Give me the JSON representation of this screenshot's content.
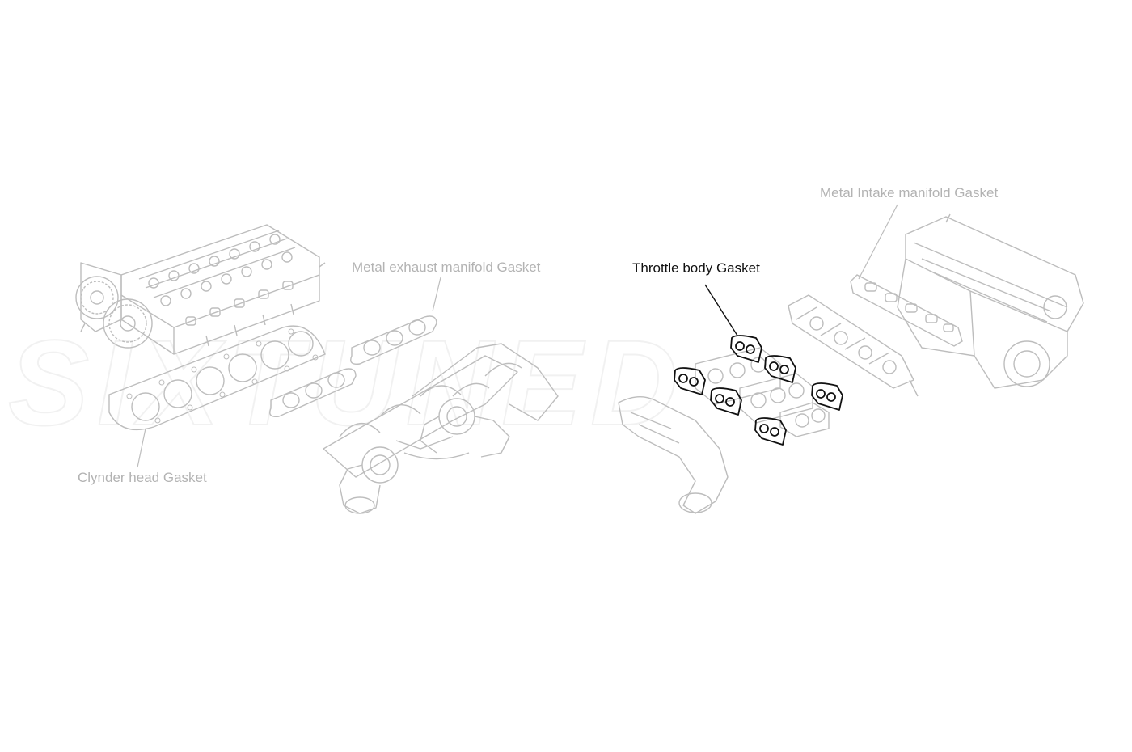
{
  "labels": {
    "cylinder_head_gasket": "Clynder head Gasket",
    "exhaust_manifold_gasket": "Metal exhaust manifold Gasket",
    "throttle_body_gasket": "Throttle body Gasket",
    "intake_manifold_gasket": "Metal Intake manifold Gasket"
  },
  "watermark": {
    "text": "SIXTUNED"
  },
  "colors": {
    "background": "#ffffff",
    "faded_line": "#bdbdbd",
    "faded_text": "#b3b3b3",
    "highlight": "#111111",
    "watermark": "#f1f1f1"
  },
  "highlighted_part": "throttle_body_gasket"
}
